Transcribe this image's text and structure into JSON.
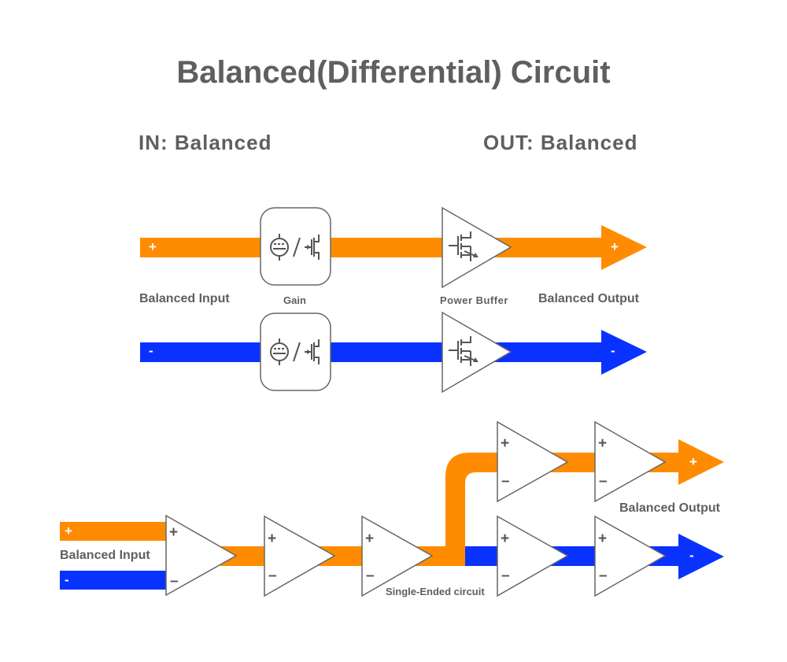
{
  "title": "Balanced(Differential) Circuit",
  "headings": {
    "in": "IN: Balanced",
    "out": "OUT: Balanced"
  },
  "top_diagram": {
    "input_label": "Balanced Input",
    "gain_label": "Gain",
    "buffer_label": "Power Buffer",
    "output_label": "Balanced Output",
    "plus": "+",
    "minus": "-"
  },
  "bottom_diagram": {
    "input_label": "Balanced Input",
    "output_label": "Balanced Output",
    "single_ended_label": "Single-Ended circuit",
    "plus": "+",
    "minus": "-"
  },
  "colors": {
    "positive_line": "#ff8c00",
    "negative_line": "#0a32ff",
    "text": "#5f5f5f",
    "component_outline": "#666666"
  },
  "icons": [
    "tube-icon",
    "transistor-icon",
    "opamp-triangle-icon",
    "arrow-icon"
  ]
}
